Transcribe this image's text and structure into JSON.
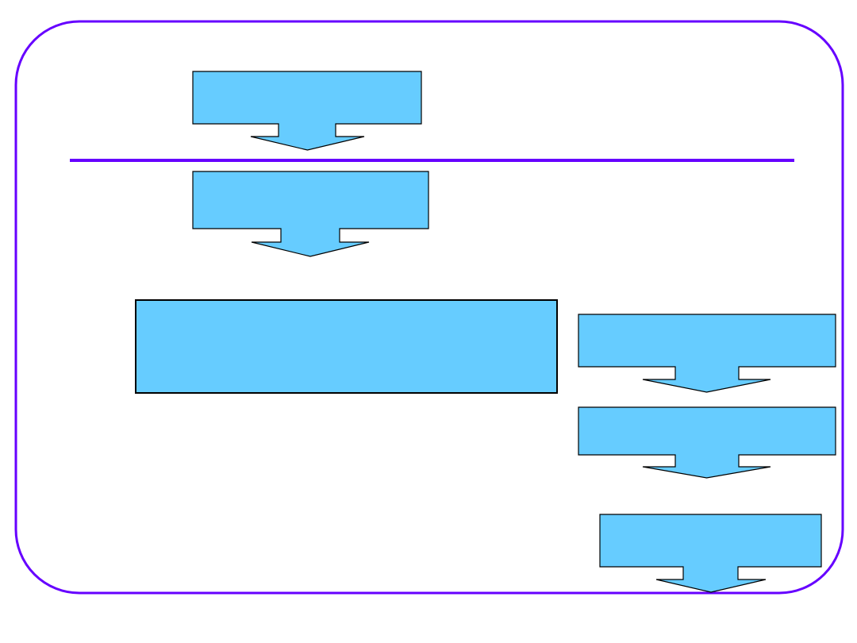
{
  "colors": {
    "frame": "#6600FF",
    "divider": "#6600FF",
    "shape_fill": "#66CCFF",
    "shape_stroke": "#000000"
  },
  "shapes": [
    {
      "type": "down-arrow-callout"
    },
    {
      "type": "down-arrow-callout"
    },
    {
      "type": "rectangle"
    },
    {
      "type": "down-arrow-callout"
    },
    {
      "type": "down-arrow-callout"
    },
    {
      "type": "down-arrow-callout"
    }
  ]
}
